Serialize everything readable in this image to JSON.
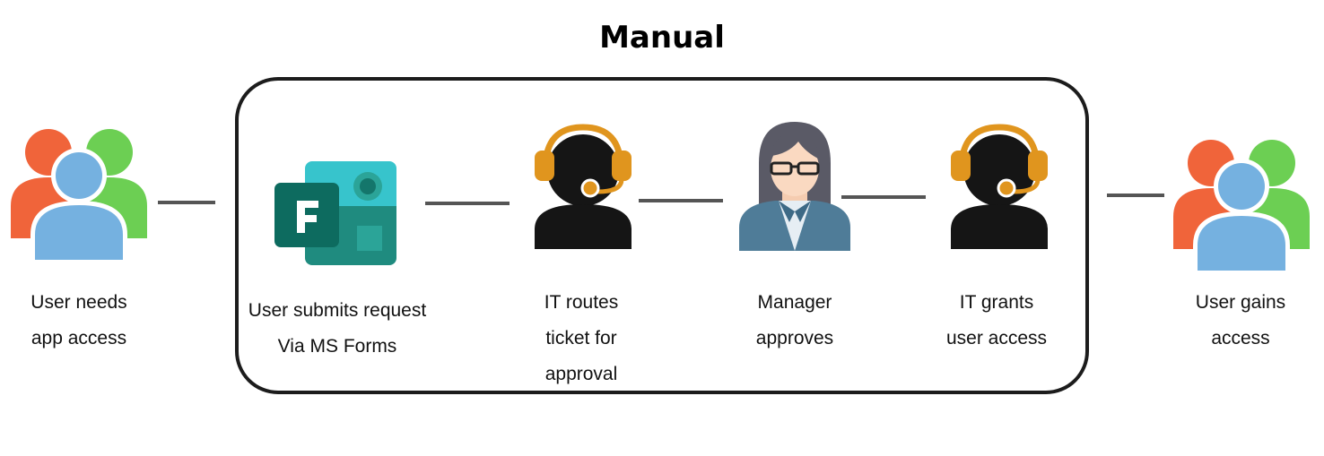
{
  "title": "Manual",
  "steps": [
    {
      "icon": "user-group-icon",
      "lines": [
        "User needs",
        "app access"
      ]
    },
    {
      "icon": "ms-forms-icon",
      "lines": [
        "User submits request",
        "Via MS Forms"
      ]
    },
    {
      "icon": "it-support-headset-icon",
      "lines": [
        "IT routes",
        "ticket for",
        "approval"
      ]
    },
    {
      "icon": "manager-avatar-icon",
      "lines": [
        "Manager",
        "approves"
      ]
    },
    {
      "icon": "it-support-headset-icon",
      "lines": [
        "IT grants",
        "user access"
      ]
    },
    {
      "icon": "user-group-icon",
      "lines": [
        "User gains",
        "access"
      ]
    }
  ],
  "colors": {
    "user_orange": "#f0643a",
    "user_green": "#6ccf53",
    "user_blue": "#75b1e0",
    "forms_dark": "#0d6b5f",
    "forms_teal": "#2ba498",
    "forms_light": "#37c4cc",
    "headset_orange": "#e0951e",
    "connector": "#555555"
  }
}
